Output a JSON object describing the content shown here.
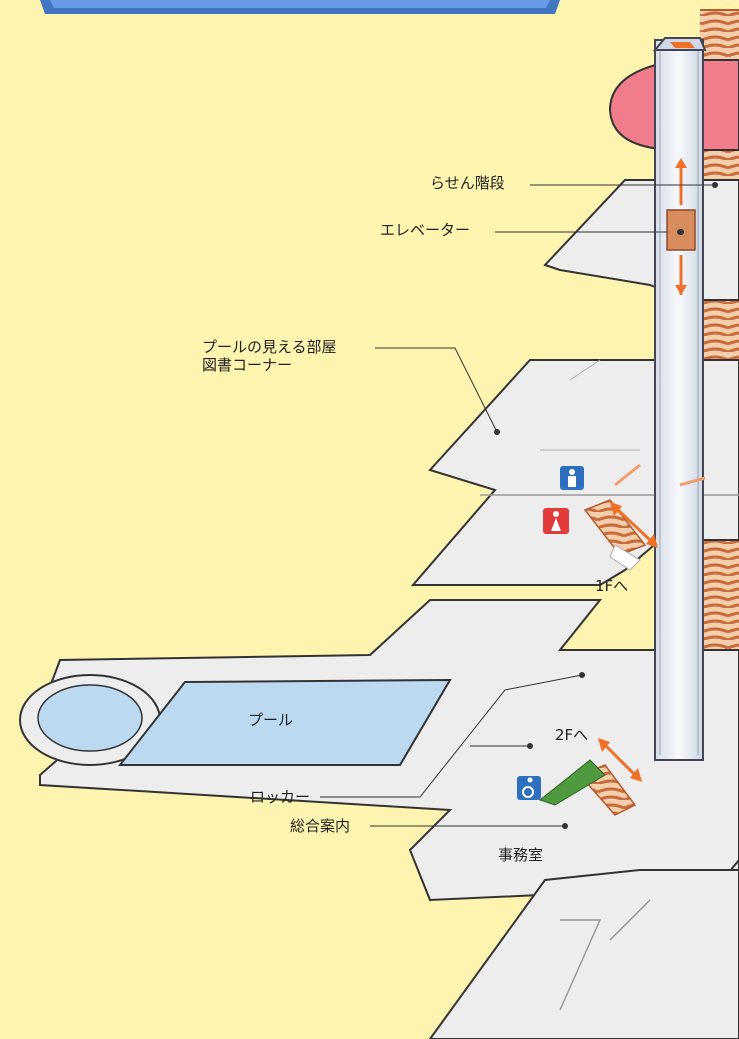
{
  "header": {
    "title_partial": "館"
  },
  "labels": {
    "spiral_stairs": "らせん階段",
    "elevator": "エレベーター",
    "pool_view_room_line1": "プールの見える部屋",
    "pool_view_room_line2": "図書コーナー",
    "to_1f": "1Fへ",
    "pool": "プール",
    "to_2f": "2Fへ",
    "locker": "ロッカー",
    "information": "総合案内",
    "office": "事務室"
  },
  "colors": {
    "background": "#fdf4b0",
    "floor": "#ededed",
    "floor_outline": "#333333",
    "pool_water": "#bcd9f2",
    "tower": "#e9eef4",
    "tower_brick": "#d98c5c",
    "roof_red": "#f07c8c",
    "arrow_orange": "#f07028",
    "mens_blue": "#2f6fbf",
    "womens_red": "#e23b3b",
    "info_green": "#4f9a3f",
    "title_blue": "#1f5fc4"
  },
  "icons": [
    "mens-restroom-icon",
    "womens-restroom-icon",
    "accessible-restroom-icon",
    "elevator-icon",
    "arrow-icon"
  ]
}
